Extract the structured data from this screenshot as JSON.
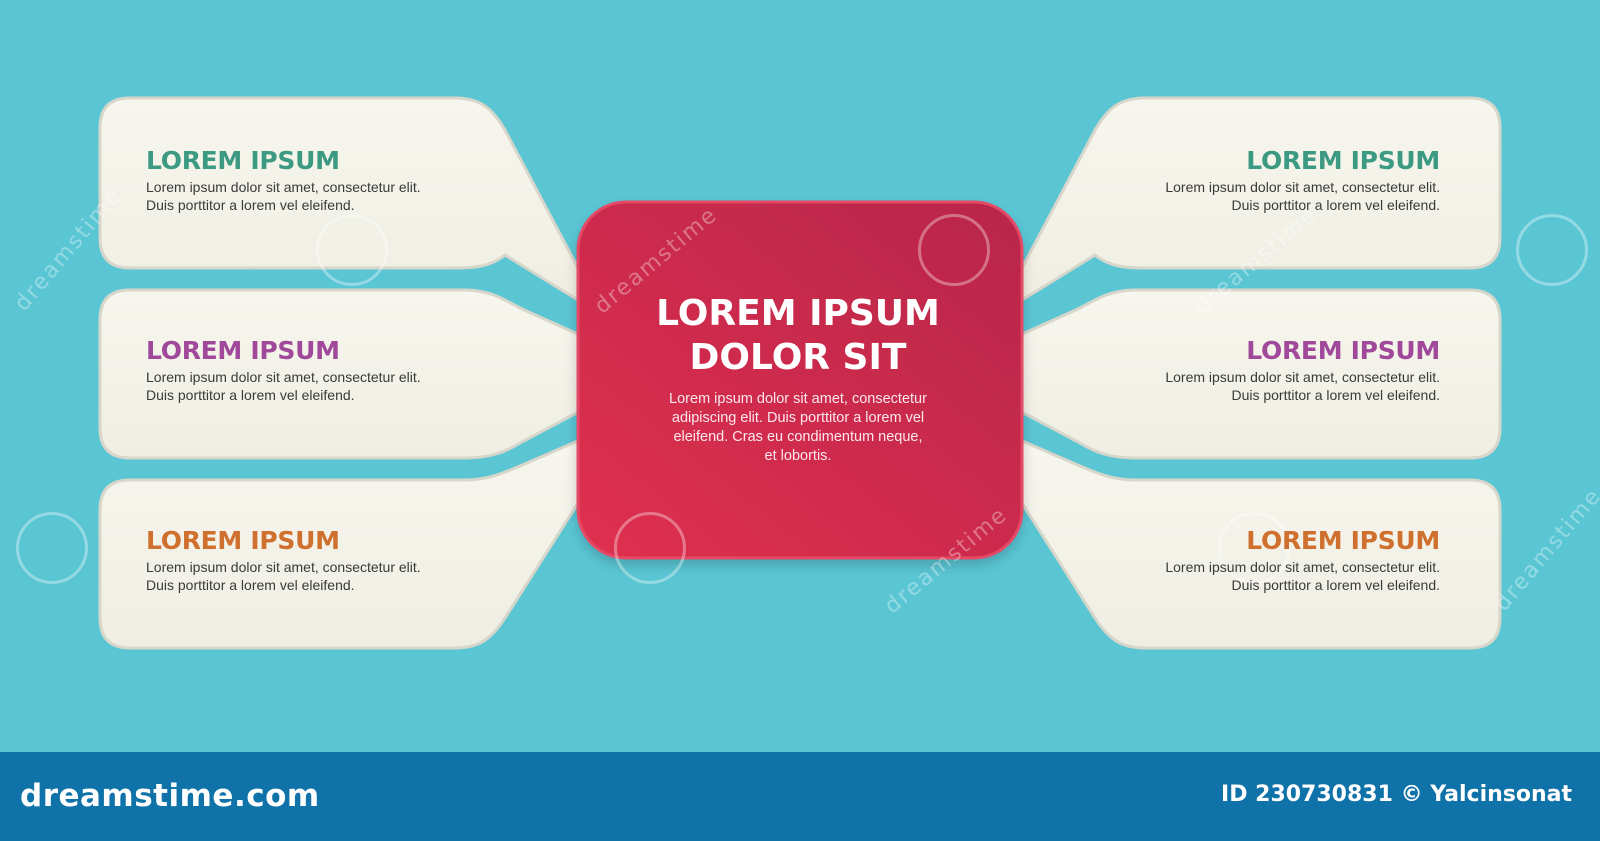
{
  "colors": {
    "background": "#5ac6d4",
    "card_fill": "#f4f3ea",
    "card_border": "#d8d8cc",
    "center_fill": "#d42e50",
    "footer": "#0f72a8"
  },
  "center": {
    "title_line1": "LOREM IPSUM",
    "title_line2": "DOLOR SIT",
    "body": "Lorem ipsum dolor sit amet, consectetur adipiscing elit. Duis porttitor a lorem vel eleifend. Cras eu condimentum neque, et lobortis."
  },
  "cards": [
    {
      "side": "left",
      "title": "LOREM IPSUM",
      "color": "#3d9a82",
      "line1": "Lorem ipsum dolor sit amet, consectetur elit.",
      "line2": "Duis porttitor a lorem vel eleifend."
    },
    {
      "side": "left",
      "title": "LOREM IPSUM",
      "color": "#a0489a",
      "line1": "Lorem ipsum dolor sit amet, consectetur elit.",
      "line2": "Duis porttitor a lorem vel eleifend."
    },
    {
      "side": "left",
      "title": "LOREM IPSUM",
      "color": "#d0702e",
      "line1": "Lorem ipsum dolor sit amet, consectetur elit.",
      "line2": "Duis porttitor a lorem vel eleifend."
    },
    {
      "side": "right",
      "title": "LOREM IPSUM",
      "color": "#3d9a82",
      "line1": "Lorem ipsum dolor sit amet, consectetur elit.",
      "line2": "Duis porttitor a lorem vel eleifend."
    },
    {
      "side": "right",
      "title": "LOREM IPSUM",
      "color": "#a0489a",
      "line1": "Lorem ipsum dolor sit amet, consectetur elit.",
      "line2": "Duis porttitor a lorem vel eleifend."
    },
    {
      "side": "right",
      "title": "LOREM IPSUM",
      "color": "#d0702e",
      "line1": "Lorem ipsum dolor sit amet, consectetur elit.",
      "line2": "Duis porttitor a lorem vel eleifend."
    }
  ],
  "watermark": {
    "text": "dreamstime"
  },
  "footer": {
    "logo": "dreamstime.com",
    "credit": "ID 230730831 © Yalcinsonat"
  }
}
